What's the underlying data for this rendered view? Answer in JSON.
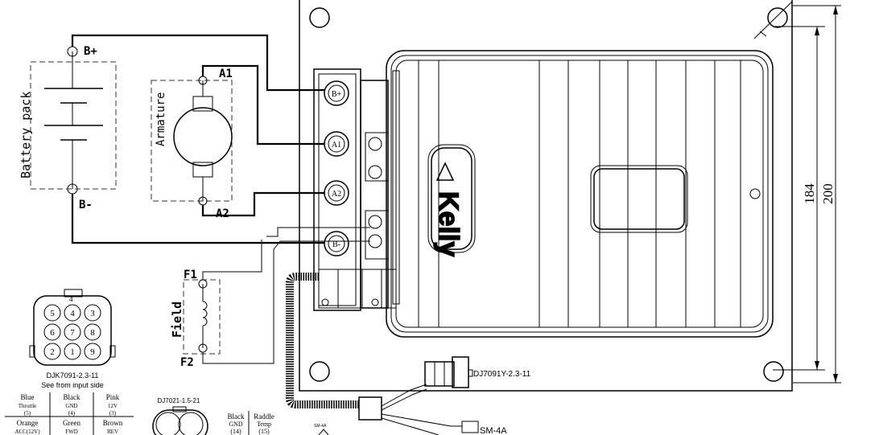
{
  "battery": {
    "label": "Battery pack",
    "pos": "B+",
    "neg": "B-"
  },
  "armature": {
    "label": "Armature",
    "a1": "A1",
    "a2": "A2"
  },
  "field": {
    "label": "Field",
    "f1": "F1",
    "f2": "F2"
  },
  "terminals": {
    "bplus": "B+",
    "a1": "A1",
    "a2": "A2",
    "bminus": "B-"
  },
  "logo": "Kelly",
  "dims": {
    "inner": "184",
    "outer": "200"
  },
  "connector8": {
    "top_mark": "4",
    "pins": [
      "5",
      "4",
      "3",
      "6",
      "7",
      "8",
      "2",
      "1",
      "9"
    ],
    "part": "DJK7091-2.3-11",
    "note": "See from input side"
  },
  "wire_table": {
    "row1": [
      {
        "color": "Blue",
        "signal": "Throttle",
        "pin": "(5)"
      },
      {
        "color": "Black",
        "signal": "GND",
        "pin": "(4)"
      },
      {
        "color": "Pink",
        "signal": "12V",
        "pin": "(3)"
      }
    ],
    "row2": [
      {
        "color": "Orange",
        "signal": "ACC(12V)"
      },
      {
        "color": "Green",
        "signal": "FWD"
      },
      {
        "color": "Brown",
        "signal": "REV"
      }
    ]
  },
  "connector2": {
    "part": "DJ7021-1.5-21"
  },
  "conn2_table": {
    "col1": {
      "color": "Black",
      "signal": "GND",
      "pin": "(14)"
    },
    "col2": {
      "color": "Raddle",
      "signal": "Temp",
      "pin": "(15)"
    }
  },
  "harness": {
    "connector": "DJ7091Y-2.3-11",
    "sm_right": "SM-4A",
    "sm_small": "SM-4A"
  }
}
